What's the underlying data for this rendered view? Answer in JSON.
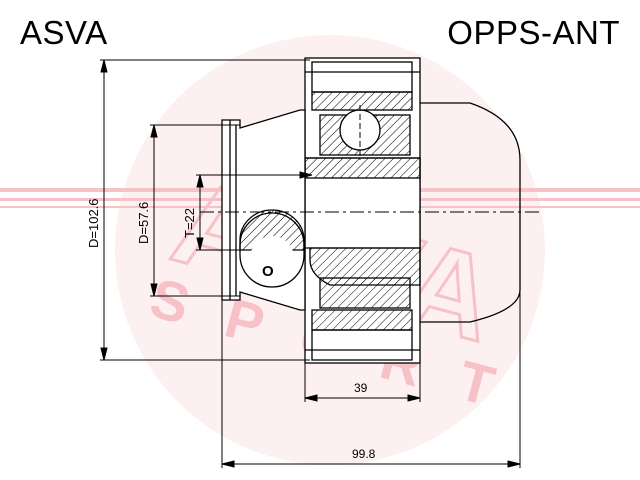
{
  "header": {
    "brand": "ASVA",
    "part_number": "OPPS-ANT"
  },
  "watermark": {
    "word_top": "ASVA",
    "word_bottom": "SPORT",
    "color": "#e8505e"
  },
  "dimensions": {
    "outer_diameter": "D=102.6",
    "inner_diameter": "D=57.6",
    "teeth": "T=22",
    "width_39": "39",
    "length_total": "99.8",
    "seal_mark": "O"
  }
}
